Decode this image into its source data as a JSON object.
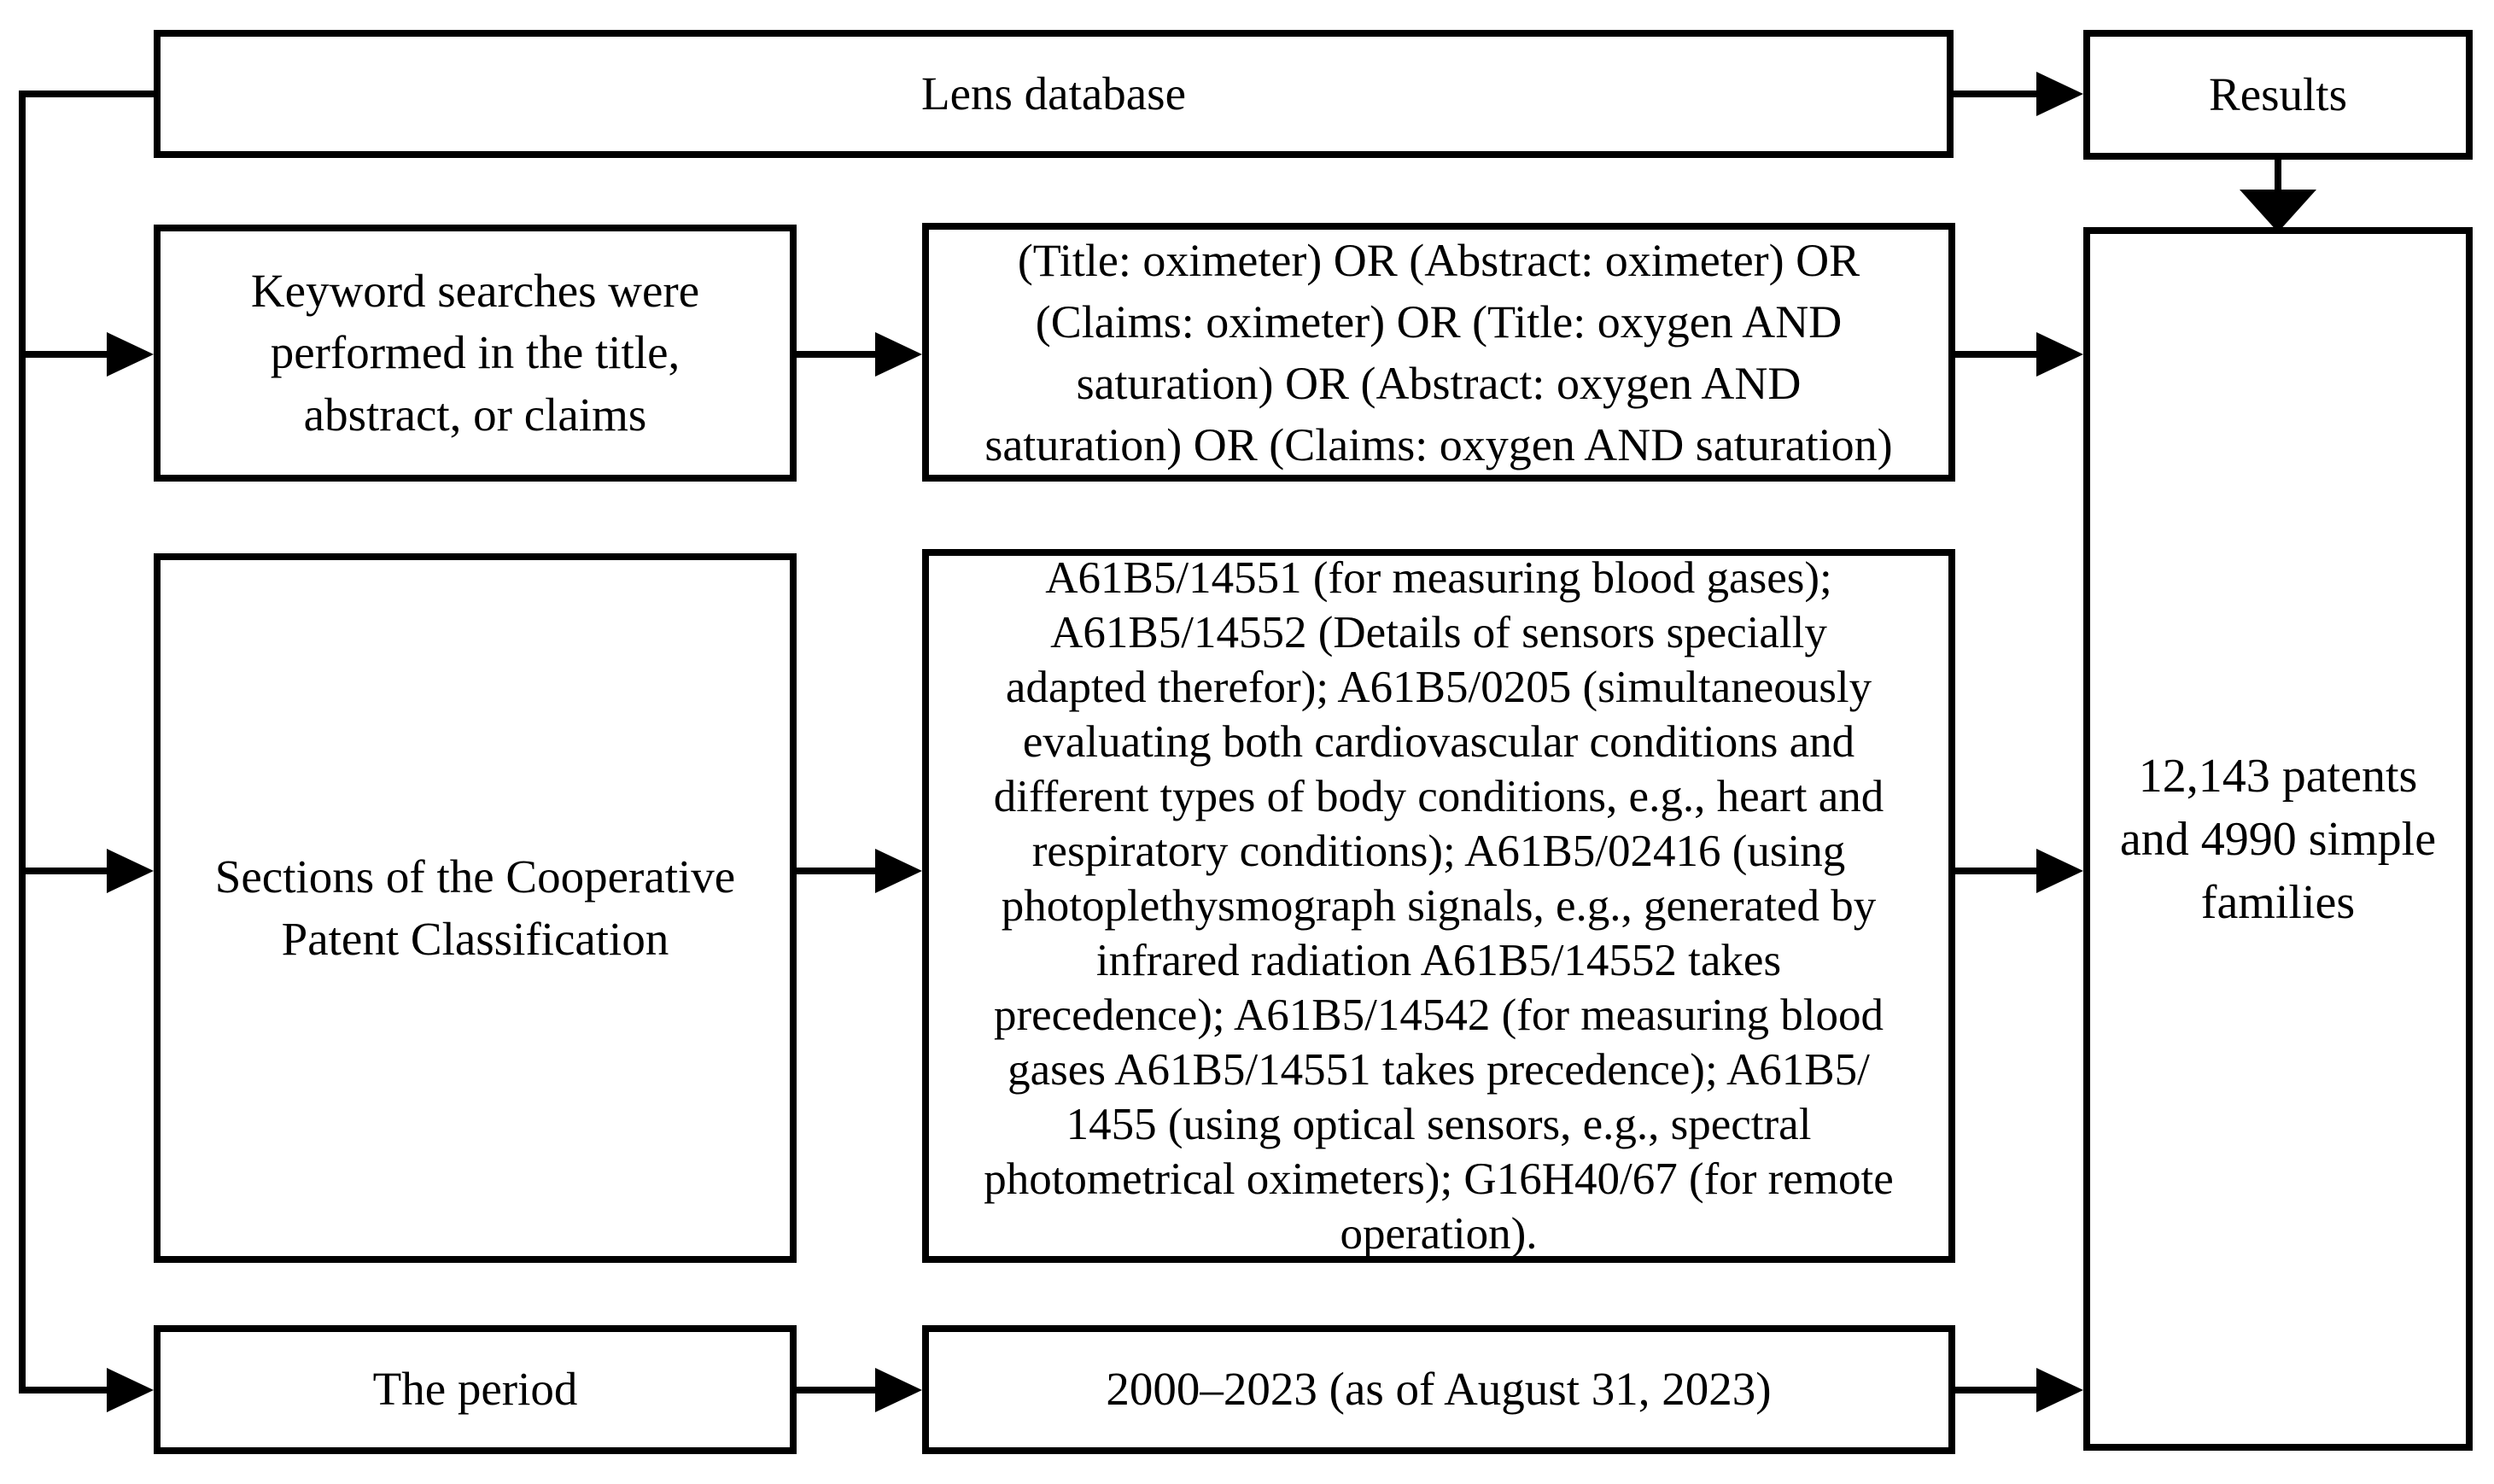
{
  "diagram": {
    "colors": {
      "background": "#ffffff",
      "stroke": "#000000",
      "text": "#000000"
    },
    "boxes": {
      "lens_database": {
        "label": "Lens database"
      },
      "results": {
        "label": "Results"
      },
      "keyword_search": {
        "label": "Keyword searches were\nperformed in the title,\nabstract, or claims"
      },
      "keyword_query": {
        "label": "(Title: oximeter) OR (Abstract: oximeter) OR\n(Claims: oximeter) OR (Title: oxygen AND\nsaturation) OR (Abstract: oxygen AND\nsaturation) OR (Claims: oxygen AND saturation)"
      },
      "cpc_sections": {
        "label": "Sections of the Cooperative\nPatent Classification"
      },
      "cpc_codes": {
        "label": "A61B5/14551 (for measuring blood gases);\nA61B5/14552 (Details of sensors specially\nadapted therefor); A61B5/0205 (simultaneously\nevaluating both cardiovascular conditions and\ndifferent types of body conditions, e.g., heart and\nrespiratory conditions); A61B5/02416 (using\nphotoplethysmograph signals, e.g., generated by\ninfrared radiation A61B5/14552 takes\nprecedence); A61B5/14542 (for measuring blood\ngases A61B5/14551 takes precedence); A61B5/\n1455 (using optical sensors, e.g., spectral\nphotometrical oximeters); G16H40/67 (for remote\noperation)."
      },
      "period": {
        "label": "The period"
      },
      "period_value": {
        "label": "2000–2023 (as of August 31, 2023)"
      },
      "results_total": {
        "label": "12,143 patents\nand 4990 simple\nfamilies"
      }
    }
  }
}
